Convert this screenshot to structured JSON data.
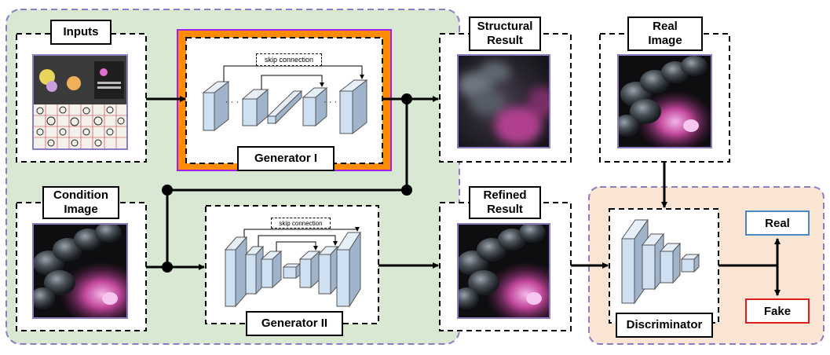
{
  "labels": {
    "inputs": "Inputs",
    "structural_result": "Structural\nResult",
    "real_image": "Real\nImage",
    "condition_image": "Condition\nImage",
    "refined_result": "Refined\nResult",
    "generator_1": "Generator I",
    "generator_2": "Generator II",
    "discriminator": "Discriminator",
    "skip_connection": "skip connection",
    "ellipsis": "· · ·"
  },
  "outputs": {
    "real": "Real",
    "fake": "Fake"
  },
  "colors": {
    "encoder_region": "#d8e8d2",
    "discriminator_region": "#fae5d4",
    "region_border": "#8e7cc3",
    "generator_frame": "#ff8c00",
    "generator_frame_border": "#a020f0",
    "layer_face": "#cfe0f3",
    "real_border": "#4a86c8",
    "fake_border": "#e01b1b"
  }
}
